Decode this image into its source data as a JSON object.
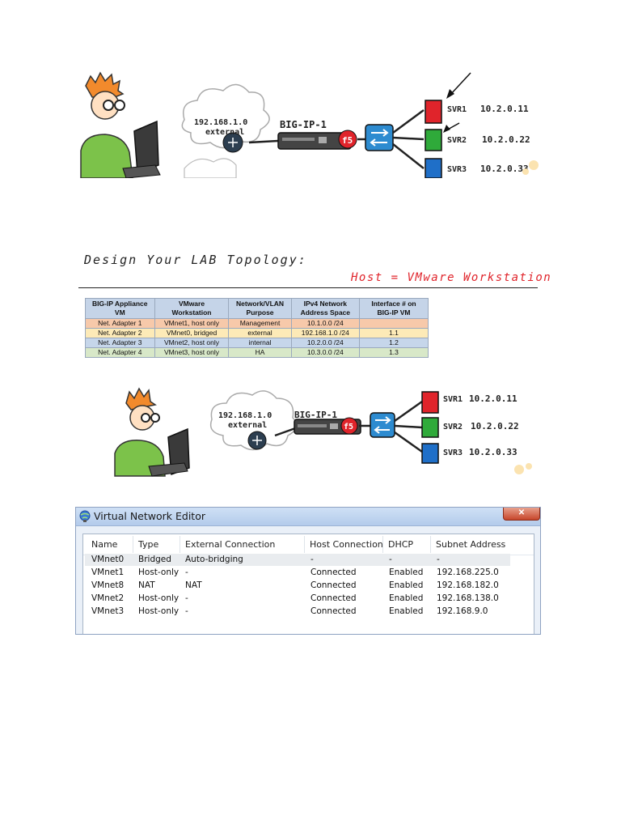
{
  "diagram_top": {
    "cloud_subnet": "192.168.1.0",
    "cloud_label": "external",
    "device_label": "BIG-IP-1",
    "f5_logo": "f5",
    "servers": [
      {
        "name": "SVR1",
        "ip": "10.2.0.11",
        "color": "#e0242b"
      },
      {
        "name": "SVR2",
        "ip": "10.2.0.22",
        "color": "#2faa3a"
      },
      {
        "name": "SVR3",
        "ip": "10.2.0.33",
        "color": "#1f6fc8"
      }
    ]
  },
  "design": {
    "title": "Design Your LAB Topology:",
    "subtitle": "Host = VMware Workstation",
    "table": {
      "headers": [
        [
          "BIG-IP Appliance",
          "VM"
        ],
        [
          "VMware",
          "Workstation"
        ],
        [
          "Network/VLAN",
          "Purpose"
        ],
        [
          "IPv4 Network",
          "Address Space"
        ],
        [
          "Interface # on",
          "BIG-IP VM"
        ]
      ],
      "rows": [
        {
          "adapter": "Net. Adapter 1",
          "vmnet": "VMnet1, host only",
          "purpose": "Management",
          "ipv4": "10.1.0.0 /24",
          "interface": "",
          "color": "#f7c9aa"
        },
        {
          "adapter": "Net. Adapter 2",
          "vmnet": "VMnet0, bridged",
          "purpose": "external",
          "ipv4": "192.168.1.0 /24",
          "interface": "1.1",
          "color": "#fdeab7"
        },
        {
          "adapter": "Net. Adapter 3",
          "vmnet": "VMnet2, host only",
          "purpose": "internal",
          "ipv4": "10.2.0.0 /24",
          "interface": "1.2",
          "color": "#c6d6ea"
        },
        {
          "adapter": "Net. Adapter 4",
          "vmnet": "VMnet3, host only",
          "purpose": "HA",
          "ipv4": "10.3.0.0 /24",
          "interface": "1.3",
          "color": "#d8e8c8"
        }
      ]
    }
  },
  "diagram_mid": {
    "cloud_subnet": "192.168.1.0",
    "cloud_label": "external",
    "device_label": "BIG-IP-1",
    "f5_logo": "f5",
    "servers": [
      {
        "name": "SVR1",
        "ip": "10.2.0.11",
        "color": "#e0242b"
      },
      {
        "name": "SVR2",
        "ip": "10.2.0.22",
        "color": "#2faa3a"
      },
      {
        "name": "SVR3",
        "ip": "10.2.0.33",
        "color": "#1f6fc8"
      }
    ]
  },
  "vne": {
    "title": "Virtual Network Editor",
    "close_icon": "close-icon",
    "headers": [
      "Name",
      "Type",
      "External Connection",
      "Host Connection",
      "DHCP",
      "Subnet Address"
    ],
    "rows": [
      {
        "name": "VMnet0",
        "type": "Bridged",
        "external": "Auto-bridging",
        "host": "-",
        "dhcp": "-",
        "subnet": "-"
      },
      {
        "name": "VMnet1",
        "type": "Host-only",
        "external": "-",
        "host": "Connected",
        "dhcp": "Enabled",
        "subnet": "192.168.225.0"
      },
      {
        "name": "VMnet8",
        "type": "NAT",
        "external": "NAT",
        "host": "Connected",
        "dhcp": "Enabled",
        "subnet": "192.168.182.0"
      },
      {
        "name": "VMnet2",
        "type": "Host-only",
        "external": "-",
        "host": "Connected",
        "dhcp": "Enabled",
        "subnet": "192.168.138.0"
      },
      {
        "name": "VMnet3",
        "type": "Host-only",
        "external": "-",
        "host": "Connected",
        "dhcp": "Enabled",
        "subnet": "192.168.9.0"
      }
    ]
  }
}
